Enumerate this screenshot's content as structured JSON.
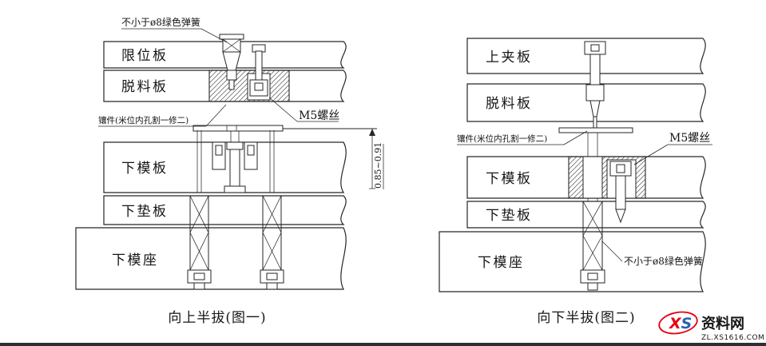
{
  "figure1": {
    "caption": "向上半拔(图一)",
    "plates": [
      "限位板",
      "脱料板",
      "下模板",
      "下垫板",
      "下模座"
    ],
    "annotations": {
      "spring_note": "不小于ø8绿色弹簧",
      "insert_note": "镶件(米位内孔割一修二)",
      "m5_label": "M5螺丝",
      "dimension": "0.85~0.91"
    }
  },
  "figure2": {
    "caption": "向下半拔(图二)",
    "plates": [
      "上夹板",
      "脱料板",
      "下模板",
      "下垫板",
      "下模座"
    ],
    "annotations": {
      "insert_note": "镶件(米位内孔割一修二)",
      "m5_label": "M5螺丝",
      "spring_note": "不小于ø8绿色弹簧"
    }
  },
  "watermark": {
    "logo_x": "X",
    "logo_s": "S",
    "brand": "资料网",
    "url": "ZL.XS1616.COM",
    "brand_color": "#e60012",
    "logo_s_color": "#2b62ad",
    "url_color": "#9a9a9a"
  },
  "colors": {
    "line": "#262626",
    "background": "#ffffff"
  }
}
